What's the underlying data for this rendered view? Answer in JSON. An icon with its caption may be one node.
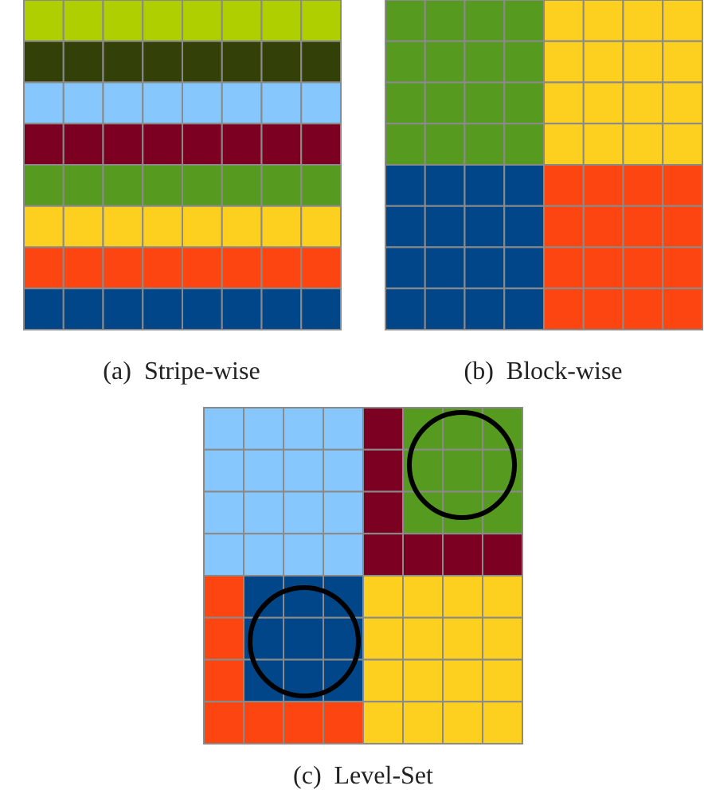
{
  "diagram": {
    "labels": [
      "(a)  Stripe-wise",
      "(b)  Block-wise",
      "(c)  Level-Set"
    ]
  }
}
